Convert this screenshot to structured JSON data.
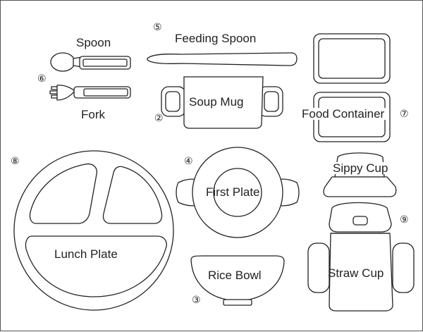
{
  "labels": {
    "spoon": "Spoon",
    "feeding_spoon": "Feeding Spoon",
    "fork": "Fork",
    "soup_mug": "Soup Mug",
    "food_container": "Food Container",
    "first_plate": "First Plate",
    "sippy_cup": "Sippy Cup",
    "lunch_plate": "Lunch Plate",
    "rice_bowl": "Rice Bowl",
    "straw_cup": "Straw Cup"
  },
  "numbers": {
    "n2": "②",
    "n3": "③",
    "n4": "④",
    "n5": "⑤",
    "n6": "⑥",
    "n7": "⑦",
    "n8": "⑧",
    "n9": "⑨"
  }
}
